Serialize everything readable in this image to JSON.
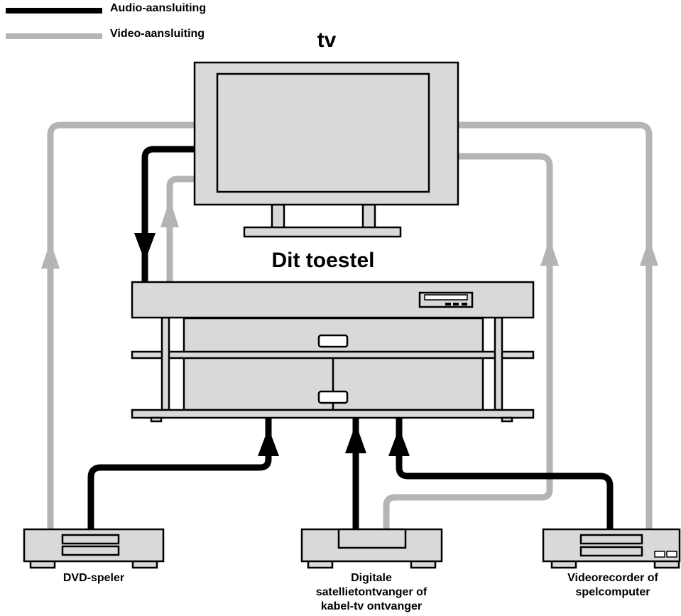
{
  "legend": {
    "audio_label": "Audio-aansluiting",
    "video_label": "Video-aansluiting",
    "audio_color": "#000000",
    "video_color": "#b4b4b4"
  },
  "devices": {
    "tv": "tv",
    "receiver": "Dit toestel",
    "dvd": "DVD-speler",
    "satellite_line1": "Digitale",
    "satellite_line2": "satellietontvanger of",
    "satellite_line3": "kabel-tv ontvanger",
    "vcr_line1": "Videorecorder of",
    "vcr_line2": "spelcomputer"
  },
  "colors": {
    "device_fill": "#d9d9d9",
    "outline": "#000000"
  }
}
